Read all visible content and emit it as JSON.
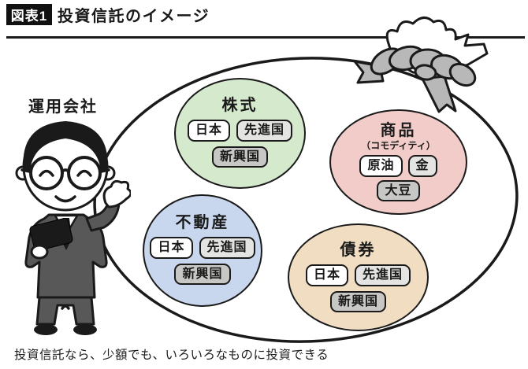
{
  "header": {
    "tag": "図表1",
    "title": "投資信託のイメージ"
  },
  "manager_label": "運用会社",
  "caption": "投資信託なら、少額でも、いろいろなものに投資できる",
  "groups": [
    {
      "title": "株式",
      "subtitle": "",
      "fill": "#d5e9cd",
      "rows": [
        [
          {
            "label": "日本",
            "tone": "white"
          },
          {
            "label": "先進国",
            "tone": "light"
          }
        ],
        [
          {
            "label": "新興国",
            "tone": "mid"
          }
        ]
      ]
    },
    {
      "title": "商品",
      "subtitle": "（コモディティ）",
      "fill": "#f1ccc8",
      "rows": [
        [
          {
            "label": "原油",
            "tone": "white"
          },
          {
            "label": "金",
            "tone": "light"
          }
        ],
        [
          {
            "label": "大豆",
            "tone": "mid"
          }
        ]
      ]
    },
    {
      "title": "不動産",
      "subtitle": "",
      "fill": "#c9d7ee",
      "rows": [
        [
          {
            "label": "日本",
            "tone": "white"
          },
          {
            "label": "先進国",
            "tone": "light"
          }
        ],
        [
          {
            "label": "新興国",
            "tone": "mid"
          }
        ]
      ]
    },
    {
      "title": "債券",
      "subtitle": "",
      "fill": "#f1ddc1",
      "rows": [
        [
          {
            "label": "日本",
            "tone": "white"
          },
          {
            "label": "先進国",
            "tone": "light"
          }
        ],
        [
          {
            "label": "新興国",
            "tone": "mid"
          }
        ]
      ]
    }
  ],
  "colors": {
    "outline": "#1a1a1a",
    "pill_white": "#ffffff",
    "pill_light": "#e4e4e2",
    "pill_mid": "#c7c7c5",
    "bow_gray": "#b8b8b8",
    "suit_gray": "#585858",
    "hair_black": "#1a1a1a"
  },
  "icons": {
    "ribbon_bow": "gift-ribbon-bow",
    "bag_flap": "gift-bag-opening",
    "manager": "fund-manager-cartoon"
  }
}
